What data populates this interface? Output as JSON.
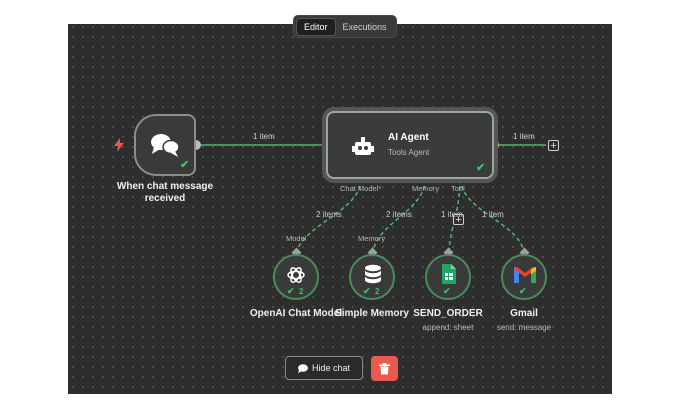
{
  "tabs": [
    {
      "label": "Editor",
      "active": true
    },
    {
      "label": "Executions",
      "active": false
    }
  ],
  "nodes": {
    "trigger": {
      "title_line1": "When chat message",
      "title_line2": "received",
      "icon": "chat-bubbles-icon"
    },
    "agent": {
      "title": "AI Agent",
      "subtitle": "Tools Agent",
      "icon": "robot-icon"
    },
    "openai": {
      "title": "OpenAI Chat Model",
      "count": "2",
      "icon": "openai-icon"
    },
    "memory": {
      "title": "Simple Memory",
      "count": "2",
      "icon": "database-icon"
    },
    "send_order": {
      "title": "SEND_ORDER",
      "subtitle": "append: sheet",
      "icon": "google-sheets-icon"
    },
    "gmail": {
      "title": "Gmail",
      "subtitle": "send: message",
      "icon": "gmail-icon"
    }
  },
  "edges": {
    "trigger_to_agent": "1 item",
    "agent_out": "1 item",
    "chat_model": "2 items",
    "memory": "2 items",
    "send_order": "1 item",
    "gmail": "1 item"
  },
  "connectors": {
    "chat_model": "Chat Model*",
    "memory": "Memory",
    "tool": "Tool",
    "model_target": "Model",
    "memory_target": "Memory"
  },
  "buttons": {
    "hide_chat": "Hide chat"
  },
  "colors": {
    "accent_green": "#3fbf6a",
    "trash_red": "#ea5a4e",
    "trigger_bolt": "#ea5a4e"
  }
}
